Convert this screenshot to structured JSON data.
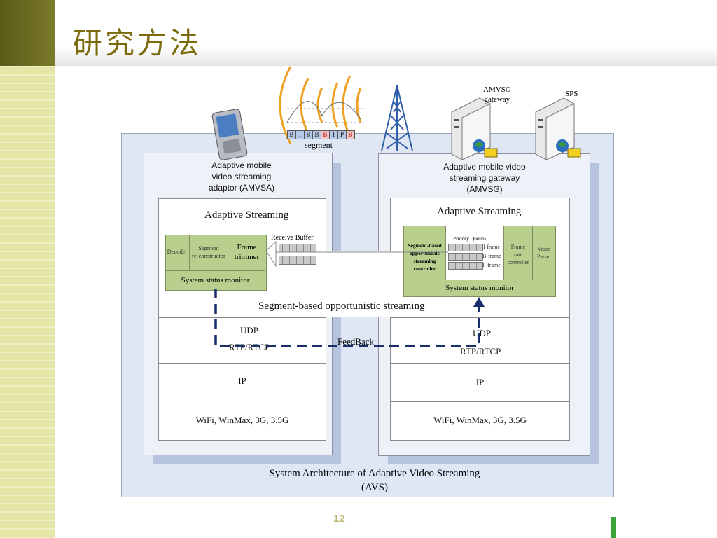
{
  "slide": {
    "title": "研究方法",
    "page_number": "12"
  },
  "diagram": {
    "caption_line1": "System Architecture of Adaptive Video Streaming",
    "caption_line2": "(AVS)",
    "segment_frames": [
      "B",
      "I",
      "B",
      "B",
      "B",
      "I",
      "P",
      "B"
    ],
    "segment_label": "segment",
    "amvsg_label_1": "AMVSG",
    "amvsg_label_2": "gateway",
    "sps_label": "SPS",
    "client": {
      "title_1": "Adaptive mobile",
      "title_2": "video streaming",
      "title_3": "adaptor (AMVSA)",
      "adaptive_streaming": "Adaptive Streaming",
      "decoder": "Decoder",
      "segment_reconstructor_1": "Segment",
      "segment_reconstructor_2": "re-constructor",
      "frame_trimmer_1": "Frame",
      "frame_trimmer_2": "trimmer",
      "receive_buffer": "Receive Buffer",
      "system_status_monitor": "System status monitor",
      "udp": "UDP",
      "rtp": "RTP/RTCP",
      "ip": "IP",
      "link": "WiFi, WinMax, 3G, 3.5G"
    },
    "gateway": {
      "title_1": "Adaptive mobile video",
      "title_2": "streaming gateway",
      "title_3": "(AMVSG)",
      "adaptive_streaming": "Adaptive Streaming",
      "sbos_controller_1": "Segment-based",
      "sbos_controller_2": "opportunistic",
      "sbos_controller_3": "streaming",
      "sbos_controller_4": "controller",
      "priority_queues": "Priority Queues",
      "i_frame": "I-frame",
      "b_frame": "B-frame",
      "p_frame": "P-frame",
      "frame_rate_1": "Frame",
      "frame_rate_2": "rate",
      "frame_rate_3": "controller",
      "video_parser_1": "Video",
      "video_parser_2": "Parser",
      "system_status_monitor": "System status monitor",
      "udp": "UDP",
      "rtp": "RTP/RTCP",
      "ip": "IP",
      "link": "WiFi, WinMax, 3G, 3.5G"
    },
    "sbos_label": "Segment-based opportunistic streaming",
    "feedback_label": "FeedBack"
  }
}
